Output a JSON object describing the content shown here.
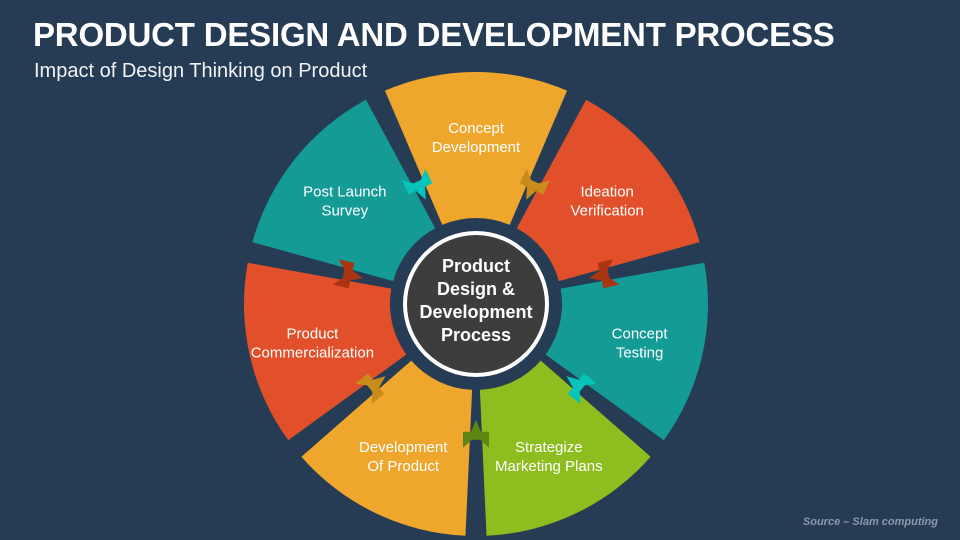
{
  "slide": {
    "background_color": "#263c54",
    "title": "PRODUCT DESIGN AND DEVELOPMENT PROCESS",
    "subtitle": "Impact of Design Thinking on Product",
    "source": "Source – Slam computing"
  },
  "diagram": {
    "type": "circular-process-wheel",
    "segment_count": 7,
    "flow_direction": "clockwise",
    "hub": {
      "line1": "Product",
      "line2": "Design &",
      "line3": "Development",
      "line4": "Process",
      "fill_color": "#3d3d3d",
      "ring_color": "#ffffff",
      "text_color": "#ffffff"
    },
    "segments": [
      {
        "id": "concept-development",
        "line1": "Concept",
        "line2": "Development",
        "color": "#efa62c",
        "arrow_color": "#c98c1b"
      },
      {
        "id": "ideation-verification",
        "line1": "Ideation",
        "line2": "Verification",
        "color": "#e1502a",
        "arrow_color": "#a83412"
      },
      {
        "id": "concept-testing",
        "line1": "Concept",
        "line2": "Testing",
        "color": "#149b96",
        "arrow_color": "#06c4ba"
      },
      {
        "id": "strategize-marketing-plans",
        "line1": "Strategize",
        "line2": "Marketing Plans",
        "color": "#8dbd1e",
        "arrow_color": "#5d8511"
      },
      {
        "id": "development-of-product",
        "line1": "Development",
        "line2": "Of Product",
        "color": "#efa62c",
        "arrow_color": "#c98c1b"
      },
      {
        "id": "product-commercialization",
        "line1": "Product",
        "line2": "Commercialization",
        "color": "#e1502a",
        "arrow_color": "#a83412"
      },
      {
        "id": "post-launch-survey",
        "line1": "Post Launch",
        "line2": "Survey",
        "color": "#149b96",
        "arrow_color": "#06c4ba"
      }
    ]
  }
}
